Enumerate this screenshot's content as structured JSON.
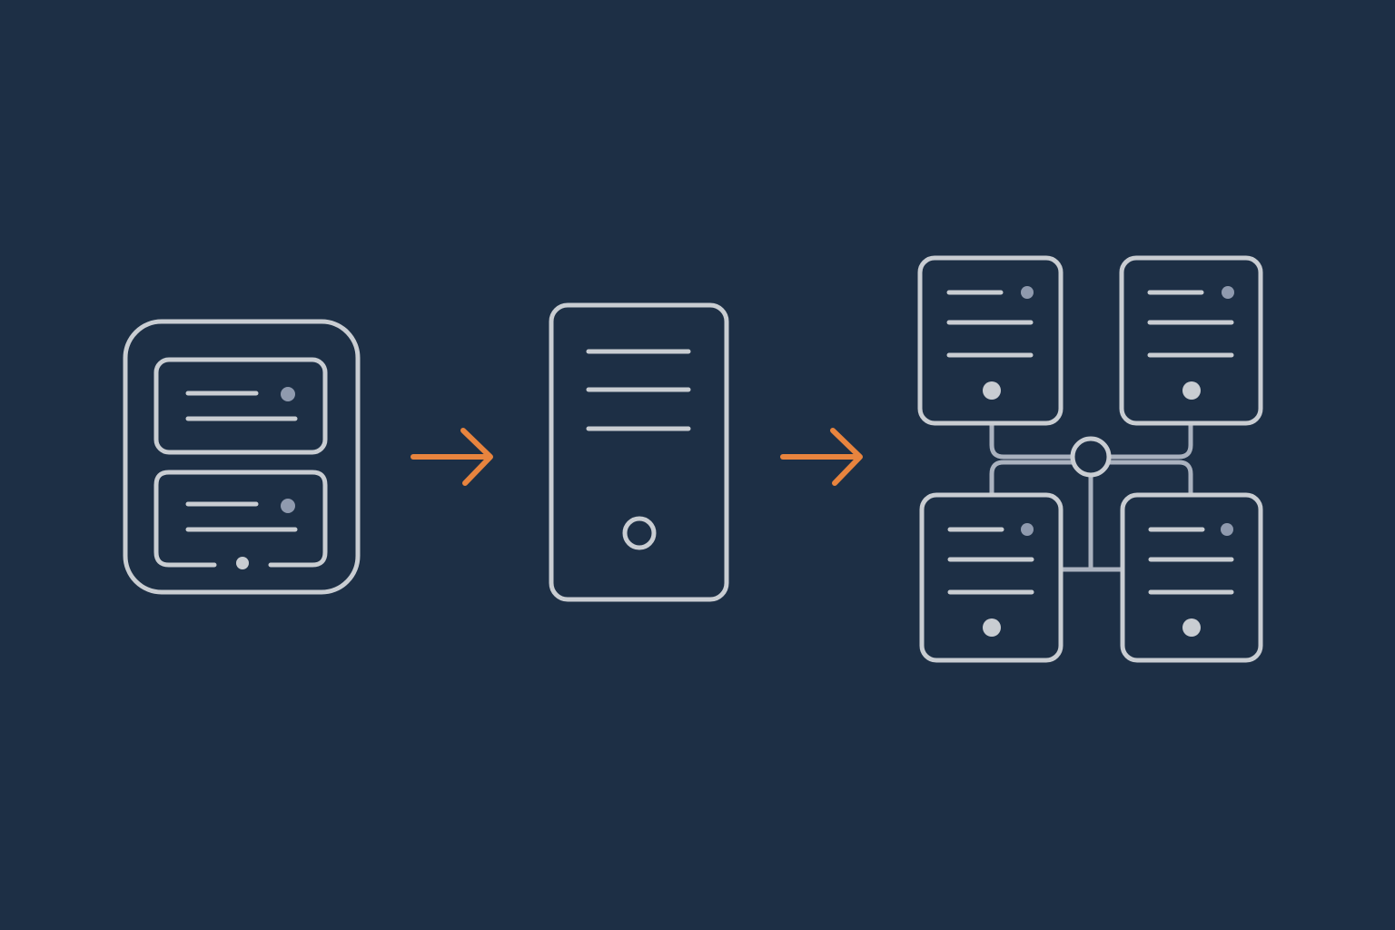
{
  "colors": {
    "background": "#1d2f45",
    "outline": "#c9cdd2",
    "led": "#8f9aae",
    "connector": "#aab2bf",
    "arrow": "#e8843e"
  },
  "stages": [
    {
      "icon": "monolithic-server-icon",
      "units": 2
    },
    {
      "icon": "tower-server-icon",
      "units": 1
    },
    {
      "icon": "distributed-cluster-icon",
      "units": 4
    }
  ],
  "arrows": [
    {
      "icon": "arrow-right-icon",
      "from": 0,
      "to": 1
    },
    {
      "icon": "arrow-right-icon",
      "from": 1,
      "to": 2
    }
  ]
}
